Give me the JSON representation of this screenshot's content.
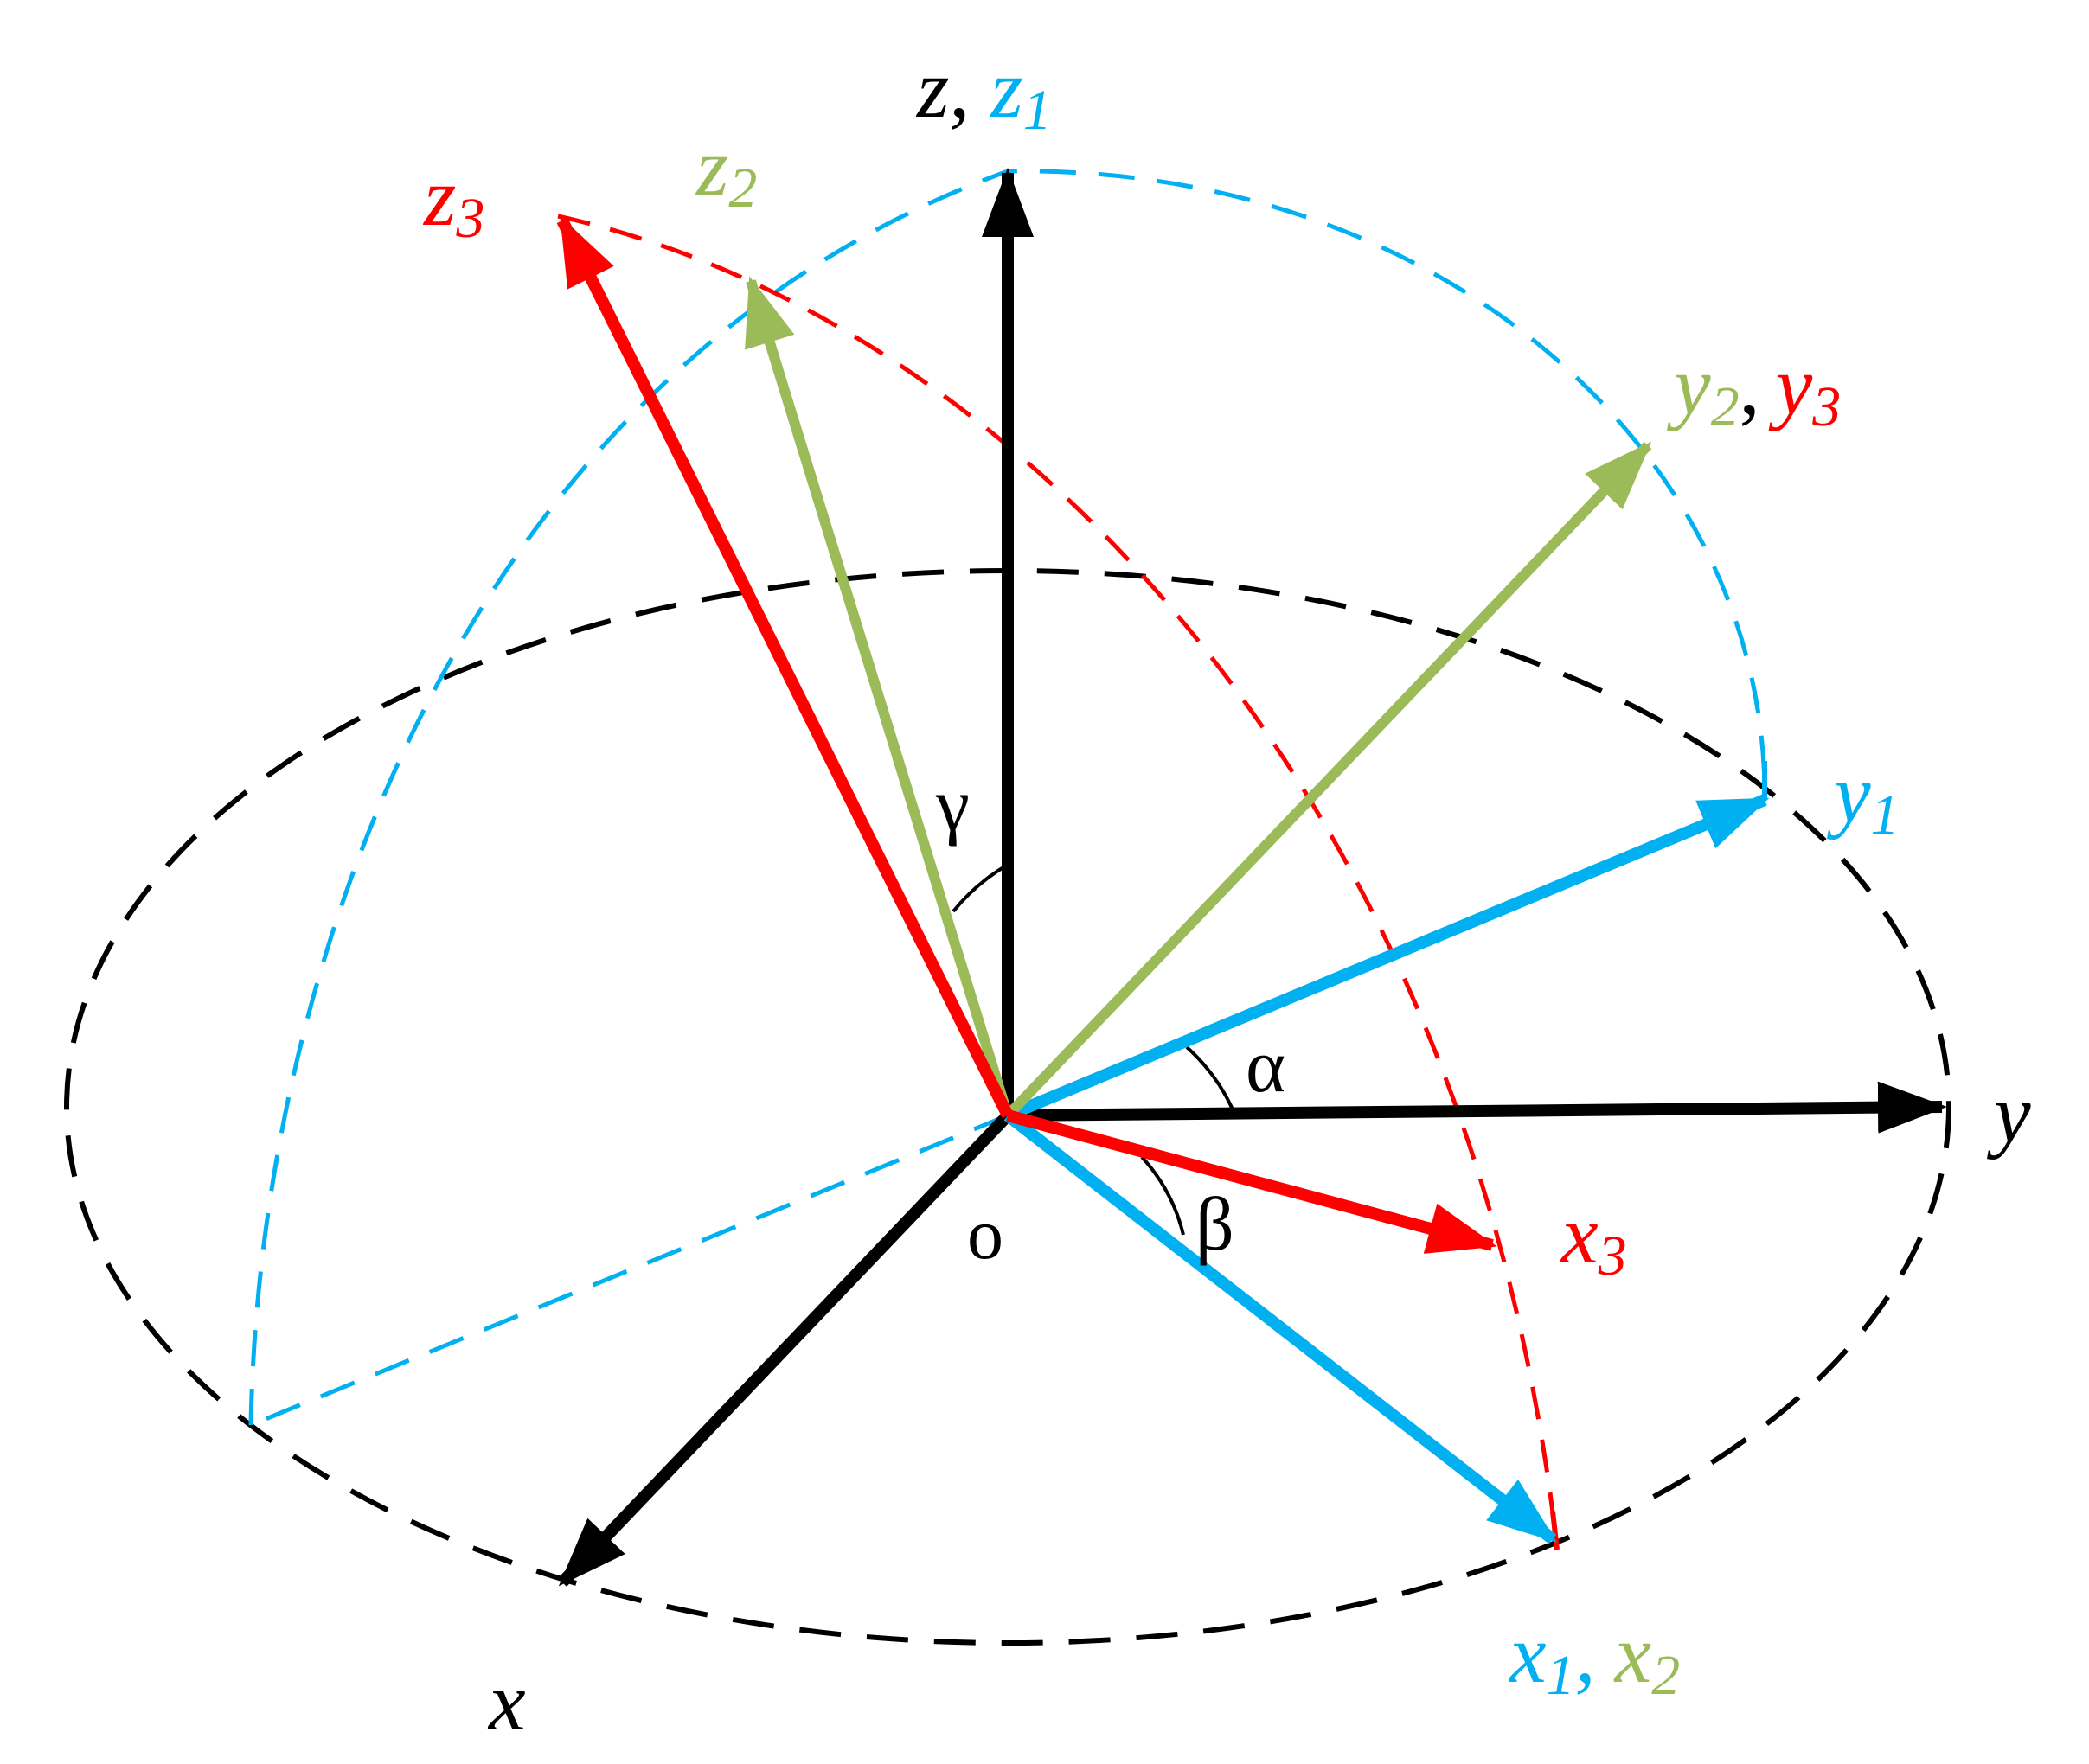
{
  "colors": {
    "black": "#000000",
    "blue": "#00b0f0",
    "green": "#9bbb59",
    "red": "#ff0000"
  },
  "labels": {
    "z": "z",
    "comma": ",",
    "z_letter": "z",
    "sub_1": "1",
    "sub_2": "2",
    "sub_3": "3",
    "y": "y",
    "x": "x",
    "y_letter": "y",
    "x_letter": "x",
    "origin": "o",
    "alpha": "α",
    "beta": "β",
    "gamma": "γ"
  }
}
